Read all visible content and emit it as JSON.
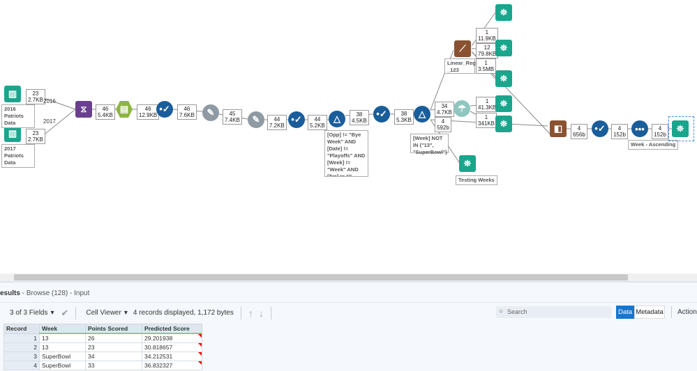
{
  "canvas": {
    "inputs": [
      {
        "name": "2016 Patriots Data",
        "records": "23",
        "size": "2.7KB",
        "wire_label": "2016"
      },
      {
        "name": "2017 Patriots Data",
        "records": "23",
        "size": "2.7KB",
        "wire_label": "2017"
      }
    ],
    "counts": [
      {
        "records": "46",
        "size": "5.4KB"
      },
      {
        "records": "46",
        "size": "12.9KB"
      },
      {
        "records": "46",
        "size": "7.6KB"
      },
      {
        "records": "45",
        "size": "7.4KB"
      },
      {
        "records": "44",
        "size": "7.2KB"
      },
      {
        "records": "44",
        "size": "5.2KB"
      },
      {
        "records": "38",
        "size": "4.5KB"
      },
      {
        "records": "38",
        "size": "5.3KB"
      },
      {
        "records": "34",
        "size": "4.7KB"
      },
      {
        "records": "4",
        "size": "592b"
      },
      {
        "records": "1",
        "size": "11.9KB"
      },
      {
        "records": "12",
        "size": "79.8KB"
      },
      {
        "records": "1",
        "size": "3.5MB"
      },
      {
        "records": "1",
        "size": "41.3KB"
      },
      {
        "records": "1",
        "size": "341KB"
      },
      {
        "records": "4",
        "size": "656b"
      },
      {
        "records": "4",
        "size": "152b"
      },
      {
        "records": "4",
        "size": "152b"
      }
    ],
    "filter1_annotation": "[Opp] != \"Bye Week\" AND [Date] != \"Playoffs\" AND [Week] != \"Week\" AND [Tm] != \"S...",
    "filter2_annotation": "[Week] NOT IN (\"13\", \"SuperBowl\")",
    "model_annotation": "Linear_Reg _123",
    "browse_annotation": "Testing Weeks",
    "sort_annotation": "Week - Ascending"
  },
  "results": {
    "title": "esults",
    "subtitle": " - Browse (128) - Input",
    "fields": "3 of 3 Fields",
    "viewer": "Cell Viewer",
    "status": "4 records displayed, 1,172 bytes",
    "search_placeholder": "Search",
    "data_tab": "Data",
    "metadata_tab": "Metadata",
    "actions": "Actions",
    "columns": [
      "Record",
      "Week",
      "Points Scored",
      "Predicted Score"
    ],
    "rows": [
      [
        "1",
        "13",
        "26",
        "29.201938"
      ],
      [
        "2",
        "13",
        "23",
        "30.818657"
      ],
      [
        "3",
        "SuperBowl",
        "34",
        "34.212531"
      ],
      [
        "4",
        "SuperBowl",
        "33",
        "36.832327"
      ]
    ]
  }
}
